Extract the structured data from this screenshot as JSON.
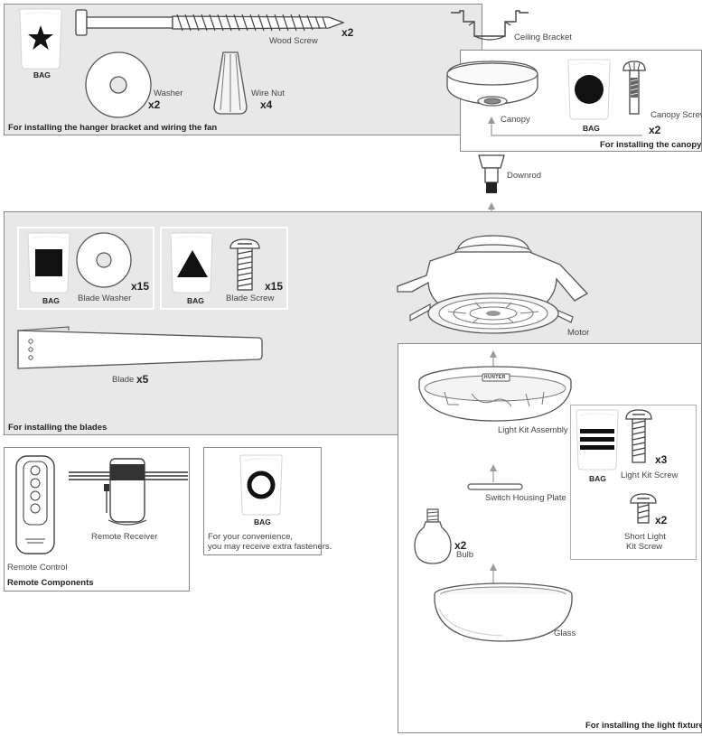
{
  "hanger_section": {
    "caption": "For installing the hanger bracket and wiring the fan",
    "bag_label": "BAG",
    "bag_symbol": "star-icon",
    "wood_screw": {
      "label": "Wood Screw",
      "qty": "x2"
    },
    "washer": {
      "label": "Washer",
      "qty": "x2"
    },
    "wire_nut": {
      "label": "Wire Nut",
      "qty": "x4"
    }
  },
  "ceiling_bracket": {
    "label": "Ceiling Bracket"
  },
  "canopy_section": {
    "caption": "For installing the canopy",
    "canopy_label": "Canopy",
    "bag_label": "BAG",
    "bag_symbol": "circle-icon",
    "canopy_screw": {
      "label": "Canopy Screw",
      "qty": "x2"
    }
  },
  "downrod": {
    "label": "Downrod"
  },
  "blades_section": {
    "caption": "For installing the blades",
    "blade_washer": {
      "bag_label": "BAG",
      "bag_symbol": "square-icon",
      "label": "Blade Washer",
      "qty": "x15"
    },
    "blade_screw": {
      "bag_label": "BAG",
      "bag_symbol": "triangle-icon",
      "label": "Blade Screw",
      "qty": "x15"
    },
    "blade": {
      "label": "Blade",
      "qty": "x5"
    }
  },
  "motor": {
    "label": "Motor"
  },
  "remote_section": {
    "caption": "Remote Components",
    "remote_control": {
      "label": "Remote Control"
    },
    "remote_receiver": {
      "label": "Remote Receiver"
    }
  },
  "extra_fasteners": {
    "bag_label": "BAG",
    "bag_symbol": "ring-icon",
    "note_line1": "For your convenience,",
    "note_line2": "you may receive extra fasteners."
  },
  "light_section": {
    "caption": "For installing the light fixture",
    "light_kit_assembly": {
      "label": "Light Kit Assembly",
      "brand": "HUNTER"
    },
    "switch_housing_plate": {
      "label": "Switch Housing Plate"
    },
    "bulb": {
      "label": "Bulb",
      "qty": "x2"
    },
    "glass": {
      "label": "Glass"
    },
    "light_screws_bag": {
      "bag_label": "BAG",
      "bag_symbol": "three-bars-icon"
    },
    "light_kit_screw": {
      "label": "Light Kit Screw",
      "qty": "x3"
    },
    "short_light_kit_screw": {
      "label_line1": "Short Light",
      "label_line2": "Kit Screw",
      "qty": "x2"
    }
  }
}
